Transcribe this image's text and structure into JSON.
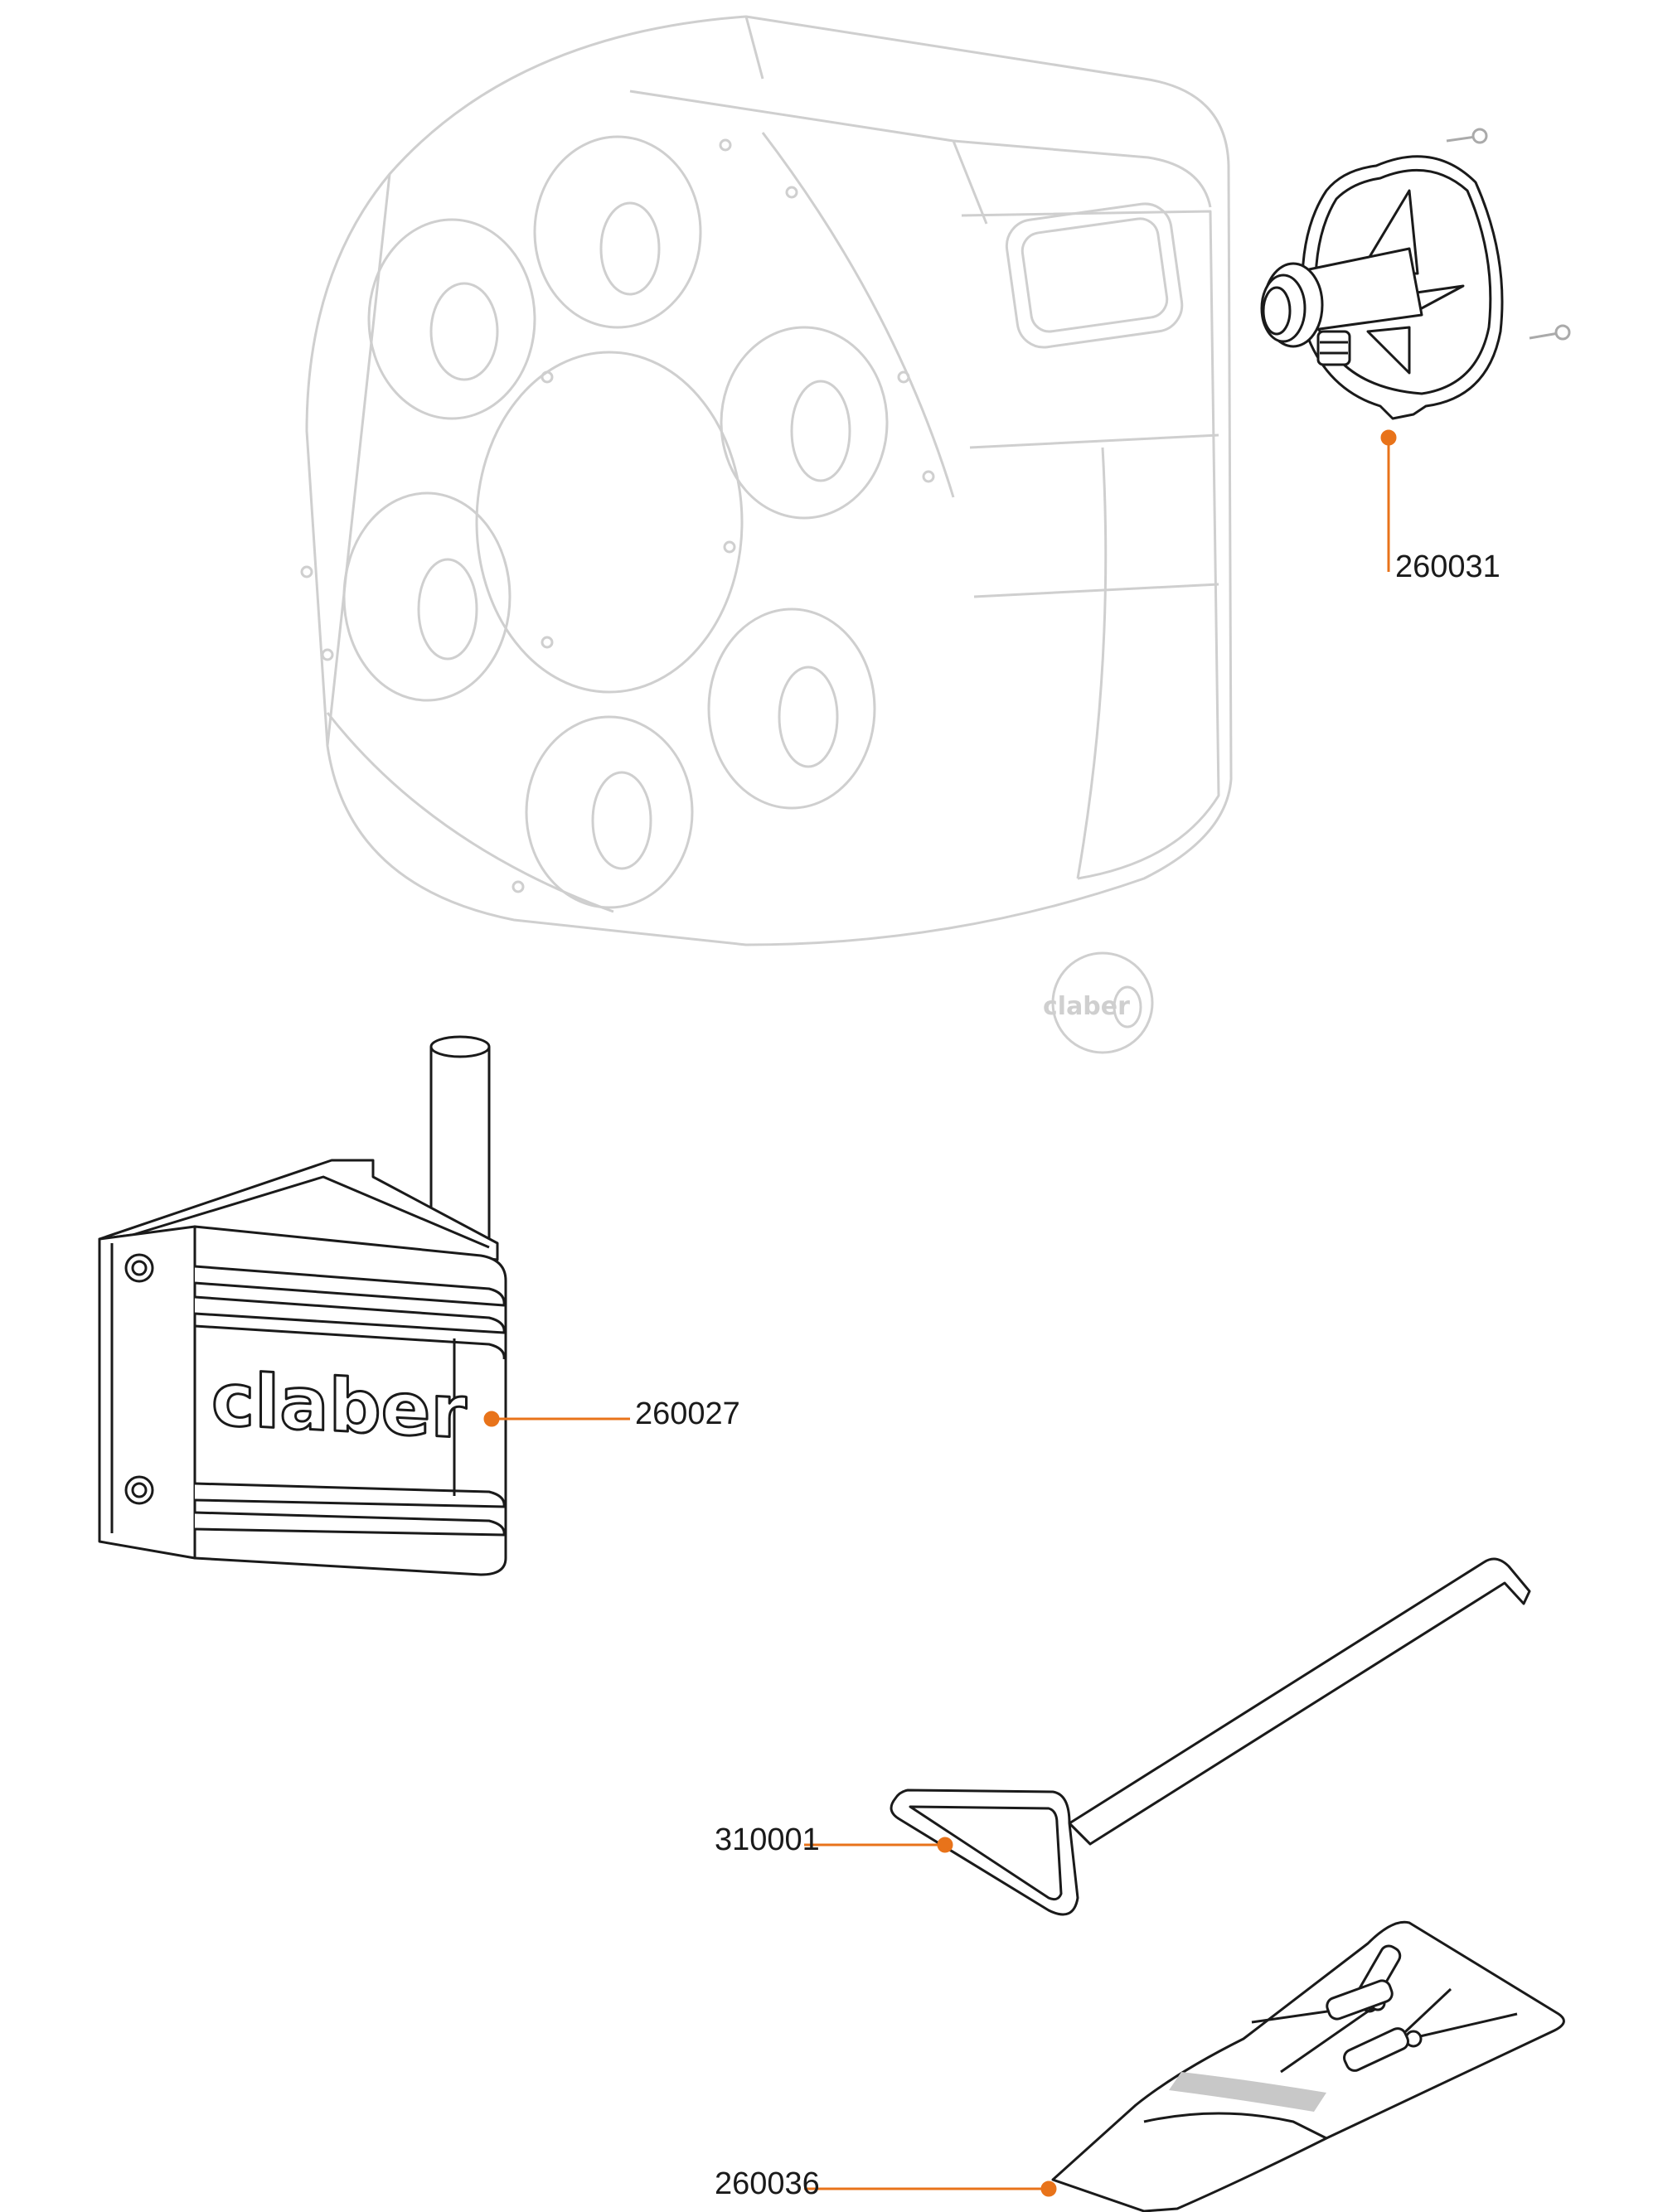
{
  "parts": [
    {
      "code": "260031"
    },
    {
      "code": "260027"
    },
    {
      "code": "310001"
    },
    {
      "code": "260036"
    }
  ],
  "branding": {
    "logo_text": "claber"
  },
  "colors": {
    "leader": "#e8731a",
    "ghost_outline": "#cfcfcf",
    "part_outline": "#1a1a1a",
    "band": "#c8c8c8"
  }
}
